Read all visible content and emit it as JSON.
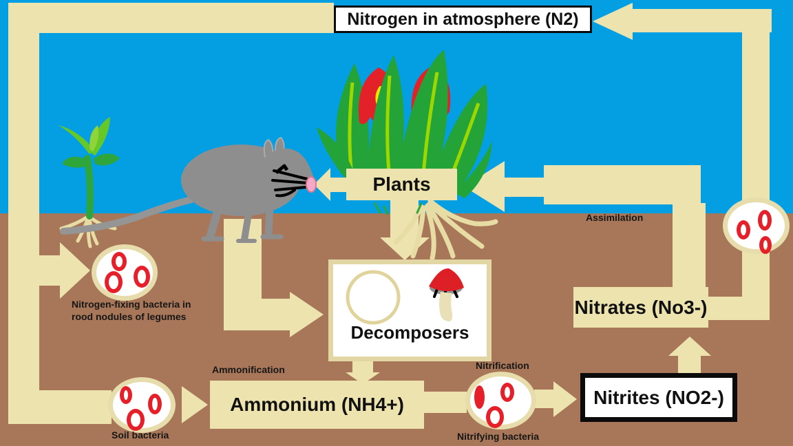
{
  "title": "Nitrogen cycle diagram",
  "colors": {
    "sky": "#049fe3",
    "soil": "#a87759",
    "arrow_tan": "#ede3af",
    "bacteria_red": "#e6202a",
    "box_white": "#ffffff",
    "box_border_black": "#0b0b0b",
    "leaf_green": "#23a338",
    "mouse_gray": "#8e8e8e"
  },
  "nodes": {
    "atmosphere": {
      "label": "Nitrogen in atmosphere (N2)"
    },
    "plants": {
      "label": "Plants"
    },
    "decomposers": {
      "label": "Decomposers"
    },
    "ammonium": {
      "label": "Ammonium (NH4+)"
    },
    "nitrites": {
      "label": "Nitrites (NO2-)"
    },
    "nitrates": {
      "label": "Nitrates (No3-)"
    }
  },
  "process": {
    "assimilation": "Assimilation",
    "ammonification": "Ammonification",
    "nitrification": "Nitrification"
  },
  "bacteria": {
    "nitrogen_fixing_line1": "Nitrogen-fixing bacteria in",
    "nitrogen_fixing_line2": "rood nodules of legumes",
    "soil": "Soil bacteria",
    "nitrifying": "Nitrifying bacteria"
  }
}
